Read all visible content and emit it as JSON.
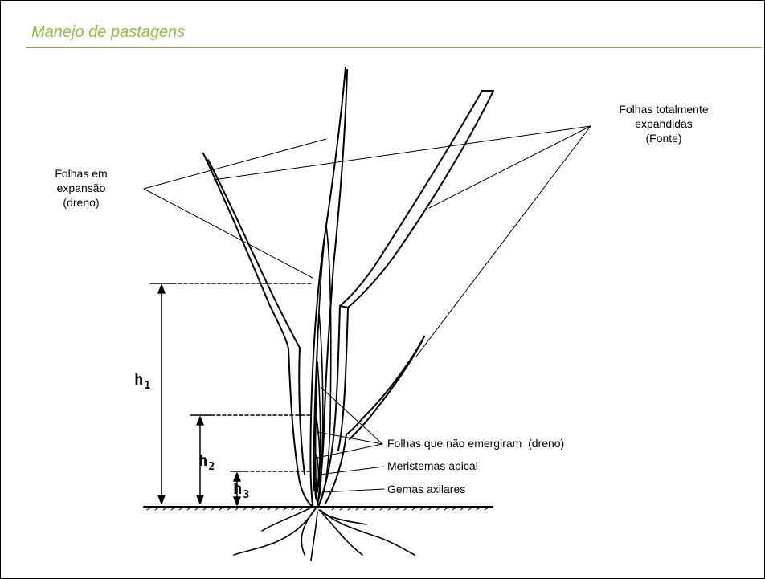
{
  "title": "Manejo de pastagens",
  "colors": {
    "title": "#8cbf3f",
    "rule": "#8cbf3f",
    "ink": "#000000"
  },
  "labels": {
    "expanding_leaves": [
      "Folhas em",
      "expansão",
      "(dreno)"
    ],
    "expanded_leaves": [
      "Folhas totalmente",
      "expandidas",
      "(Fonte)"
    ],
    "unemerged_leaves": "Folhas que não emergiram  (dreno)",
    "apical_meristem": "Meristemas apical",
    "axillary_buds": "Gemas axilares"
  },
  "heights": [
    {
      "letter": "h",
      "sub": "1"
    },
    {
      "letter": "h",
      "sub": "2"
    },
    {
      "letter": "h",
      "sub": "3"
    }
  ]
}
